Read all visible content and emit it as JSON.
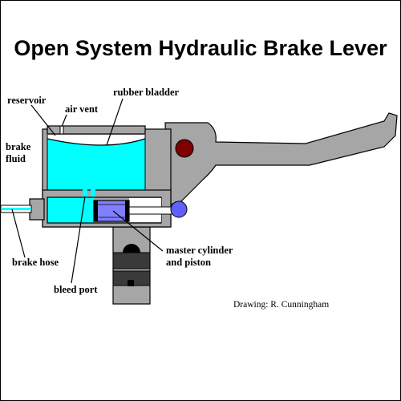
{
  "title": "Open System Hydraulic Brake Lever",
  "labels": {
    "reservoir": "reservoir",
    "air_vent": "air vent",
    "rubber_bladder": "rubber bladder",
    "brake_fluid_line1": "brake",
    "brake_fluid_line2": "fluid",
    "brake_hose": "brake hose",
    "bleed_port": "bleed port",
    "master_cylinder_line1": "master cylinder",
    "master_cylinder_line2": "and piston"
  },
  "credit": "Drawing: R. Cunningham",
  "colors": {
    "body": "#a6a6a6",
    "fluid": "#00ffff",
    "piston": "#8080ff",
    "lever_pivot": "#800000",
    "piston_pin": "#6060ff",
    "background": "#ffffff"
  }
}
